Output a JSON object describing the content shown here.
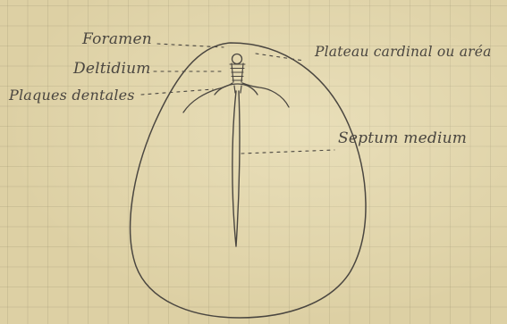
{
  "labels": {
    "foramen": "Foramen",
    "deltidium": "Deltidium",
    "plaques_dentales": "Plaques dentales",
    "plateau_cardinal": "Plateau cardinal ou aréa",
    "septum_medium": "Septum medium"
  },
  "colors": {
    "paper": "#ddd0a4",
    "grid_line": "#968c69",
    "pencil": "#4a4640"
  }
}
